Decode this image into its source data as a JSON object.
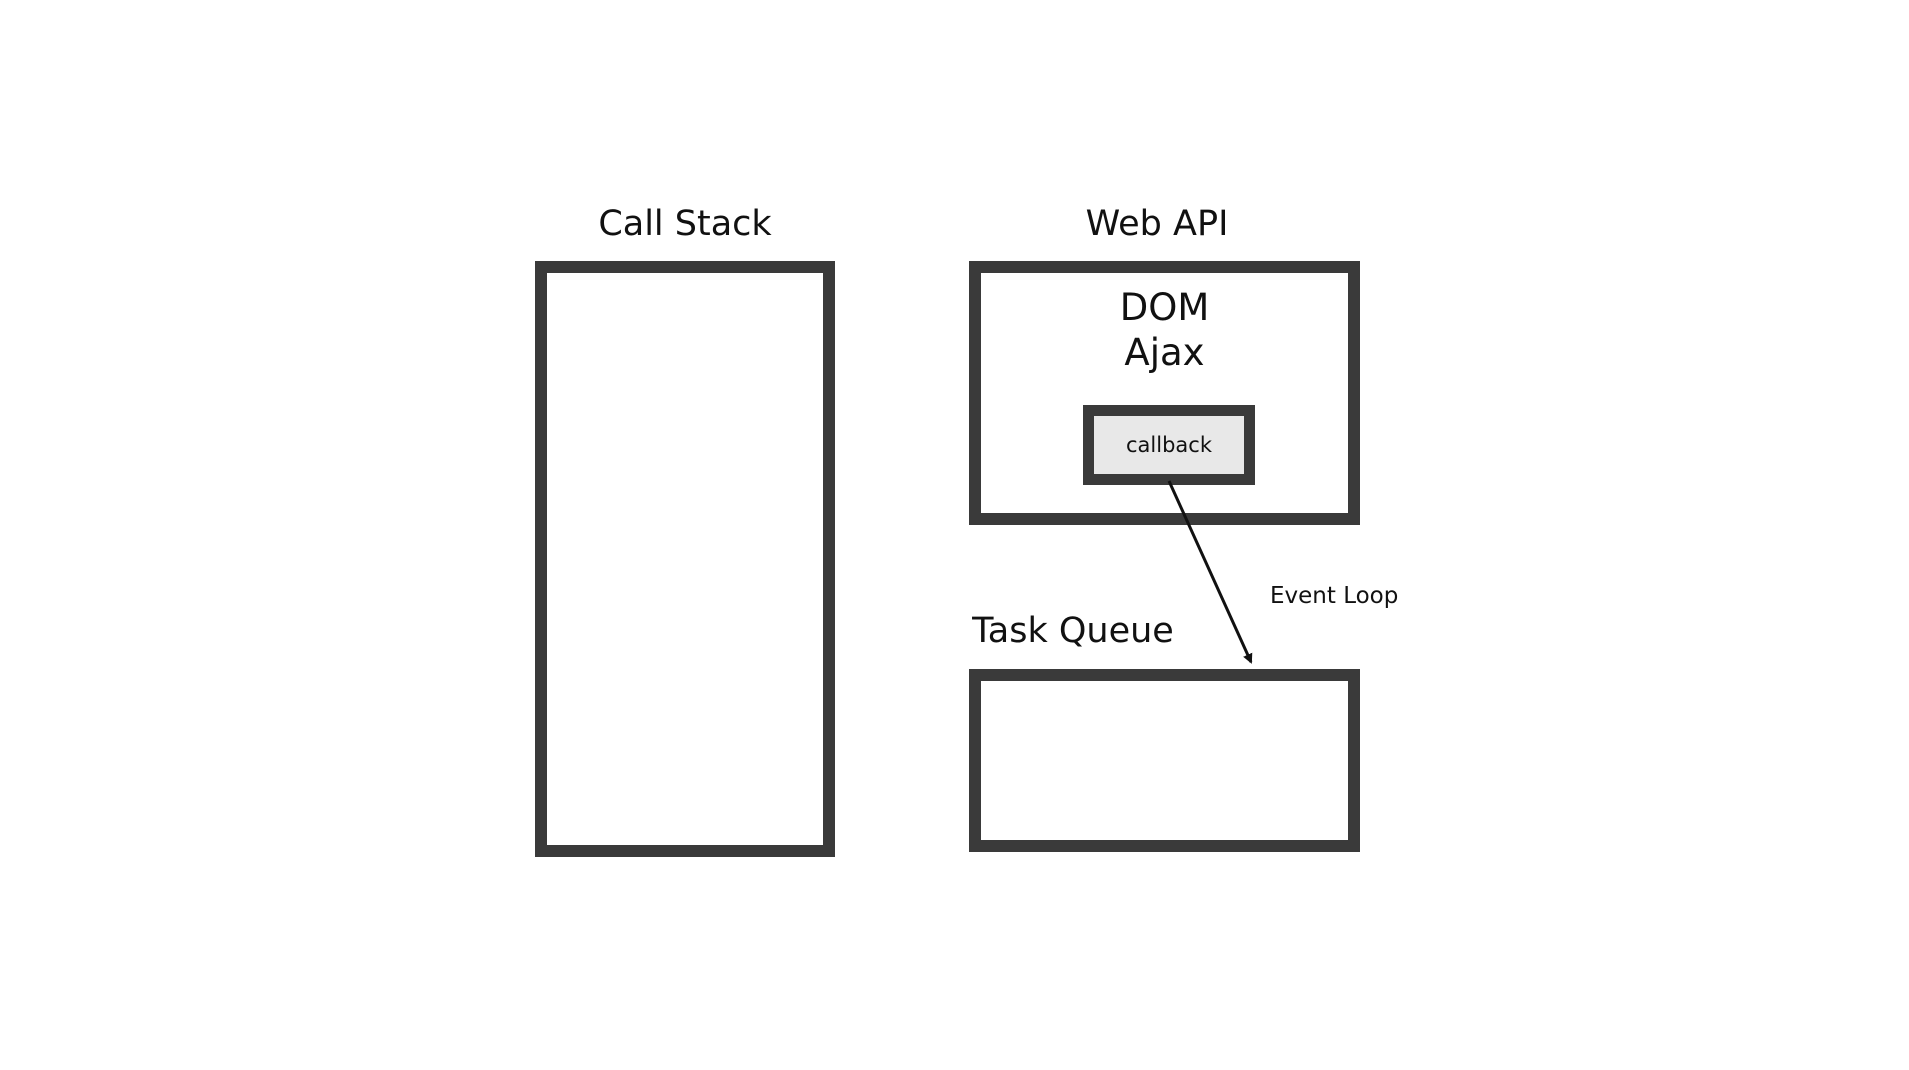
{
  "call_stack": {
    "title": "Call Stack"
  },
  "web_api": {
    "title": "Web API",
    "items": [
      "DOM",
      "Ajax"
    ],
    "callback_label": "callback"
  },
  "task_queue": {
    "title": "Task Queue"
  },
  "event_loop": {
    "label": "Event Loop"
  },
  "colors": {
    "border": "#3a3a3a",
    "callback_fill": "#e8e8e8",
    "text": "#111111",
    "background": "#ffffff"
  }
}
